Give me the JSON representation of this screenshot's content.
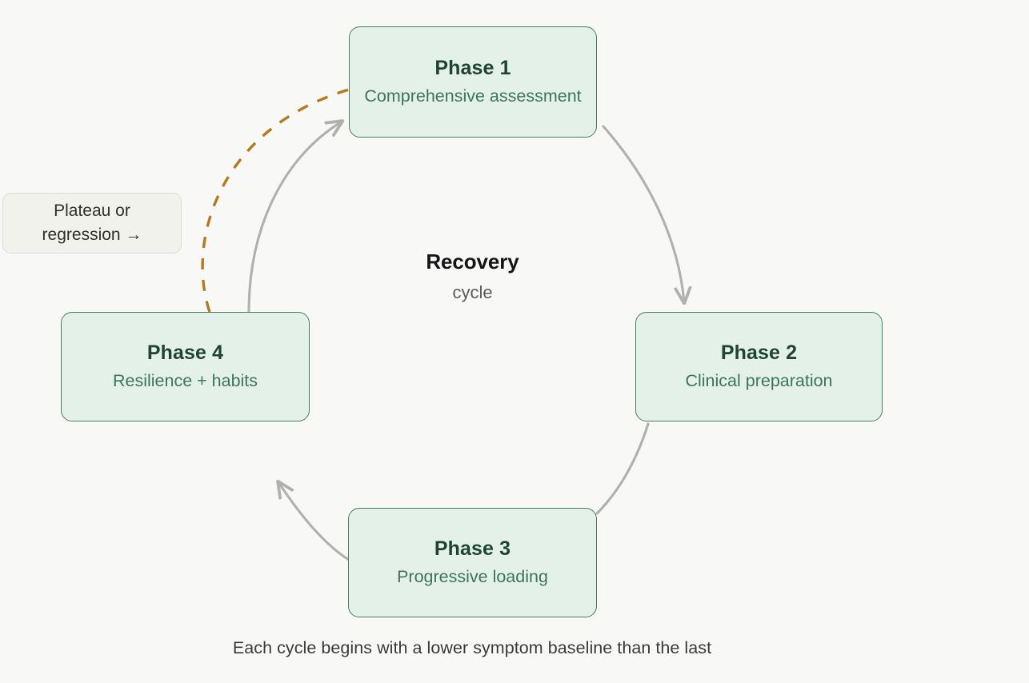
{
  "diagram": {
    "type": "cycle-flowchart",
    "center": {
      "title": "Recovery",
      "subtitle": "cycle"
    },
    "caption": "Each cycle begins with a lower symptom baseline than the last",
    "nodes": [
      {
        "id": "phase1",
        "title": "Phase 1",
        "subtitle": "Comprehensive assessment"
      },
      {
        "id": "phase2",
        "title": "Phase 2",
        "subtitle": "Clinical preparation"
      },
      {
        "id": "phase3",
        "title": "Phase 3",
        "subtitle": "Progressive loading"
      },
      {
        "id": "phase4",
        "title": "Phase 4",
        "subtitle": "Resilience + habits"
      }
    ],
    "side_note": {
      "id": "plateau",
      "line1": "Plateau or",
      "line2": "regression →"
    },
    "edges": [
      {
        "from": "phase1",
        "to": "phase2",
        "style": "solid",
        "color": "#b0b0ae"
      },
      {
        "from": "phase2",
        "to": "phase3",
        "style": "solid",
        "color": "#b0b0ae"
      },
      {
        "from": "phase3",
        "to": "phase4",
        "style": "solid",
        "color": "#b0b0ae"
      },
      {
        "from": "phase4",
        "to": "phase1",
        "style": "solid",
        "color": "#b0b0ae"
      },
      {
        "from": "phase4",
        "to": "phase1",
        "style": "dashed",
        "color": "#b5791f",
        "note": "plateau-or-regression restart"
      }
    ],
    "colors": {
      "background": "#f8f8f6",
      "node_fill": "#e3f1e8",
      "node_border": "#4a7c63",
      "node_title_text": "#1f4436",
      "node_subtitle_text": "#3f7461",
      "note_fill": "#f2f2ed",
      "note_border": "#dcdcd6",
      "edge_solid": "#b0b0ae",
      "edge_dashed": "#b5791f",
      "caption_text": "#3b3b3b"
    }
  }
}
